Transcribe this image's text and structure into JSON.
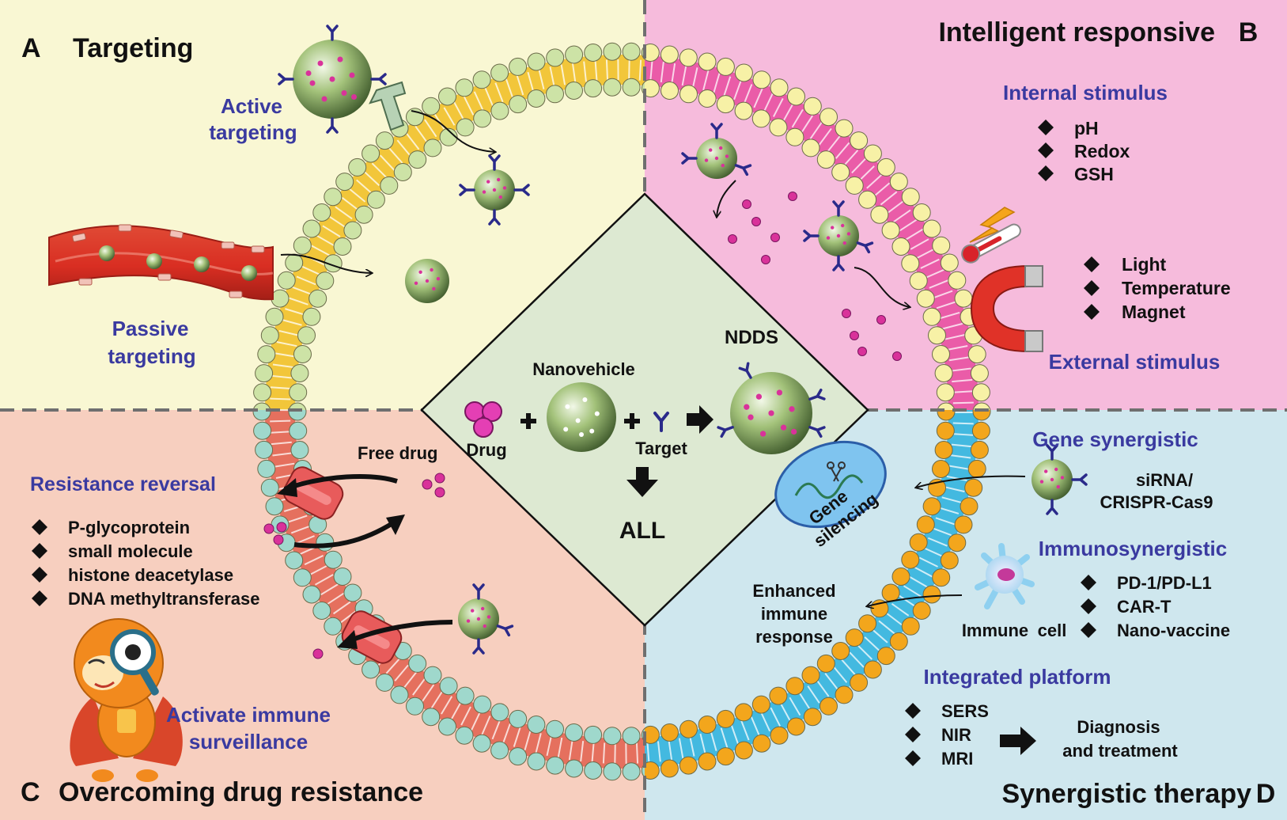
{
  "colors": {
    "quadrant_a": "#f9f7d3",
    "quadrant_b": "#f6bbdc",
    "quadrant_c": "#f7cfbf",
    "quadrant_d": "#cfe7ee",
    "center": "#dde9d2",
    "label_blue": "#3a3aa0",
    "magenta": "#d9329a",
    "membrane_a": "#f2c63a",
    "membrane_b": "#ea5ca8",
    "membrane_c": "#e5705e",
    "membrane_d": "#43b9e0",
    "bead_green": "#cde3a6",
    "bead_yellow": "#f7f1a6",
    "bead_teal": "#9fd8cc",
    "bead_orange": "#f3a61c"
  },
  "quadrant_a": {
    "letter": "A",
    "title": "Targeting",
    "active_line1": "Active",
    "active_line2": "targeting",
    "passive_line1": "Passive",
    "passive_line2": "targeting"
  },
  "quadrant_b": {
    "letter": "B",
    "title": "Intelligent responsive",
    "internal_title": "Internal stimulus",
    "internal_items": [
      "pH",
      "Redox",
      "GSH"
    ],
    "external_items": [
      "Light",
      "Temperature",
      "Magnet"
    ],
    "external_title": "External stimulus"
  },
  "quadrant_c": {
    "letter": "C",
    "title": "Overcoming drug resistance",
    "free_drug": "Free drug",
    "resistance_title": "Resistance reversal",
    "resistance_items": [
      "P-glycoprotein",
      "small molecule",
      "histone deacetylase",
      "DNA methyltransferase"
    ],
    "immune_line1": "Activate immune",
    "immune_line2": "surveillance"
  },
  "quadrant_d": {
    "letter": "D",
    "title": "Synergistic therapy",
    "gene_title": "Gene synergistic",
    "gene_agent_line1": "siRNA/",
    "gene_agent_line2": "CRISPR-Cas9",
    "gene_silencing_line1": "Gene",
    "gene_silencing_line2": "silencing",
    "immuno_title": "Immunosynergistic",
    "immuno_items": [
      "PD-1/PD-L1",
      "CAR-T",
      "Nano-vaccine"
    ],
    "enhanced_line1": "Enhanced",
    "enhanced_line2": "immune",
    "enhanced_line3": "response",
    "immune_cell": "Immune",
    "immune_cell2": "cell",
    "platform_title": "Integrated platform",
    "platform_items": [
      "SERS",
      "NIR",
      "MRI"
    ],
    "diagnosis_line1": "Diagnosis",
    "diagnosis_line2": "and treatment"
  },
  "center": {
    "drug": "Drug",
    "nanovehicle": "Nanovehicle",
    "target": "Target",
    "ndds": "NDDS",
    "all": "ALL"
  }
}
